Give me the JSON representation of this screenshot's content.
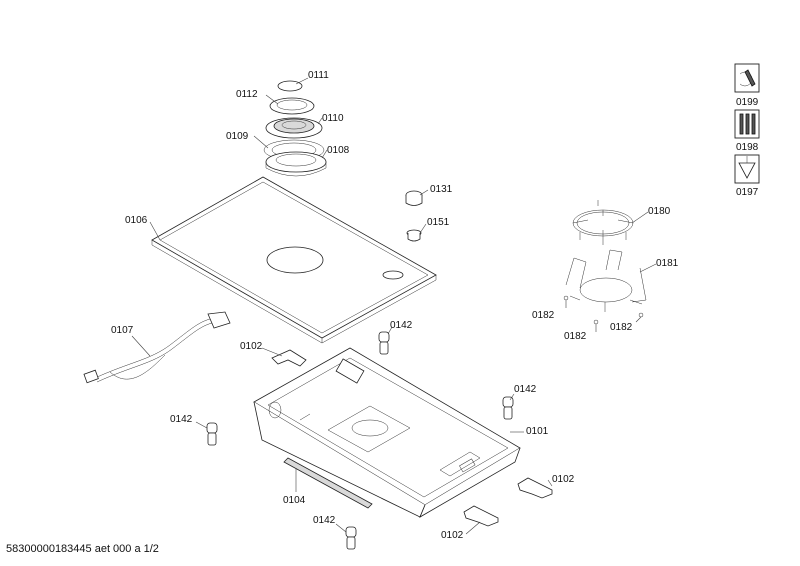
{
  "callouts": {
    "p0111": "0111",
    "p0112": "0112",
    "p0110": "0110",
    "p0109": "0109",
    "p0108": "0108",
    "p0106": "0106",
    "p0131": "0131",
    "p0151": "0151",
    "p0180": "0180",
    "p0181": "0181",
    "p0182a": "0182",
    "p0182b": "0182",
    "p0182c": "0182",
    "p0107": "0107",
    "p0102a": "0102",
    "p0142a": "0142",
    "p0142b": "0142",
    "p0142c": "0142",
    "p0142d": "0142",
    "p0101": "0101",
    "p0102b": "0102",
    "p0102c": "0102",
    "p0104": "0104"
  },
  "legend": {
    "item1": "0199",
    "item2": "0198",
    "item3": "0197"
  },
  "footer": "58300000183445 aet 000 a 1/2"
}
